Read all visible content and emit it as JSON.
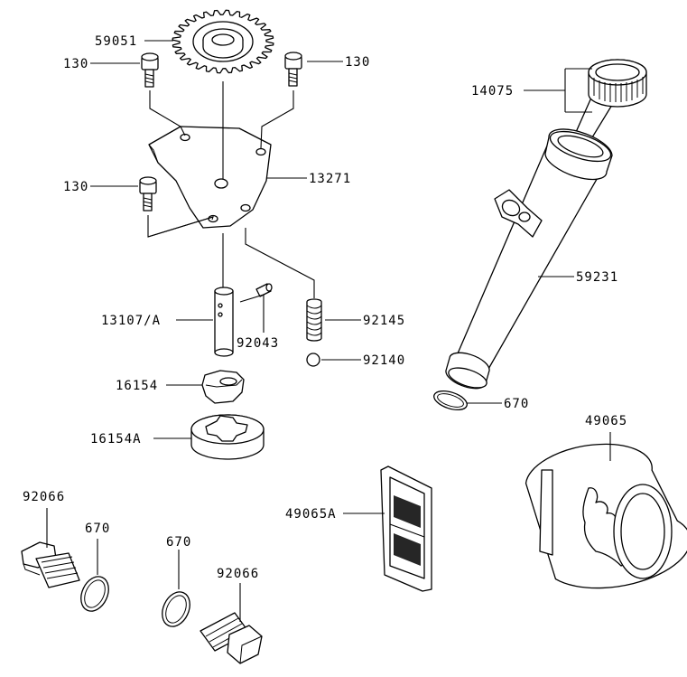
{
  "labels": {
    "gear": "59051",
    "bolt_top_left": "130",
    "bolt_top_right": "130",
    "bolt_mid_left": "130",
    "plate": "13271",
    "shaft": "13107/A",
    "pin": "92043",
    "spring": "92145",
    "ball": "92140",
    "rotor_inner": "16154",
    "rotor_outer": "16154A",
    "dipstick": "14075",
    "tube": "59231",
    "tube_oring": "670",
    "filter": "49065",
    "screen": "49065A",
    "plug_left": "92066",
    "oring_left": "670",
    "oring_mid": "670",
    "plug_mid": "92066"
  }
}
